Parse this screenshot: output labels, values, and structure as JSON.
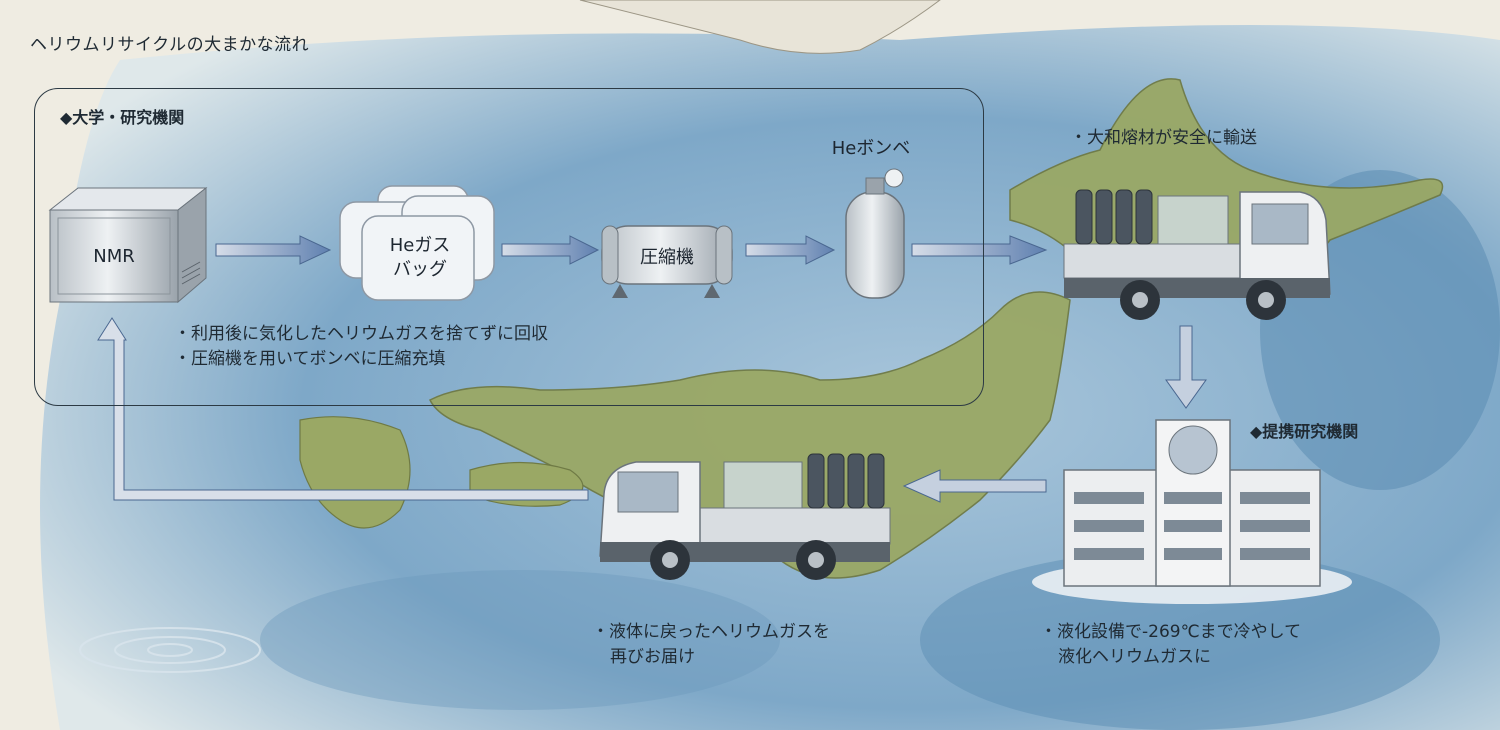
{
  "title": "ヘリウムリサイクルの大まかな流れ",
  "university": {
    "heading": "◆大学・研究機関",
    "nmr_label": "NMR",
    "bag_label_line1": "Heガス",
    "bag_label_line2": "バッグ",
    "compressor_label": "圧縮機",
    "cylinder_label": "Heボンベ",
    "notes": [
      "・利用後に気化したヘリウムガスを捨てずに回収",
      "・圧縮機を用いてボンベに圧縮充填"
    ]
  },
  "transport_note": "・大和熔材が安全に輸送",
  "partner": {
    "heading": "◆提携研究機関",
    "notes": [
      "・液化設備で-269℃まで冷やして",
      "液化ヘリウムガスに"
    ]
  },
  "return_note": [
    "・液体に戻ったヘリウムガスを",
    "再びお届け"
  ],
  "colors": {
    "sea": "#8fb4cf",
    "deep_sea": "#5b8db3",
    "land": "#9aa865",
    "arrow": "#6f8fb8",
    "frame": "#2c3a44"
  }
}
